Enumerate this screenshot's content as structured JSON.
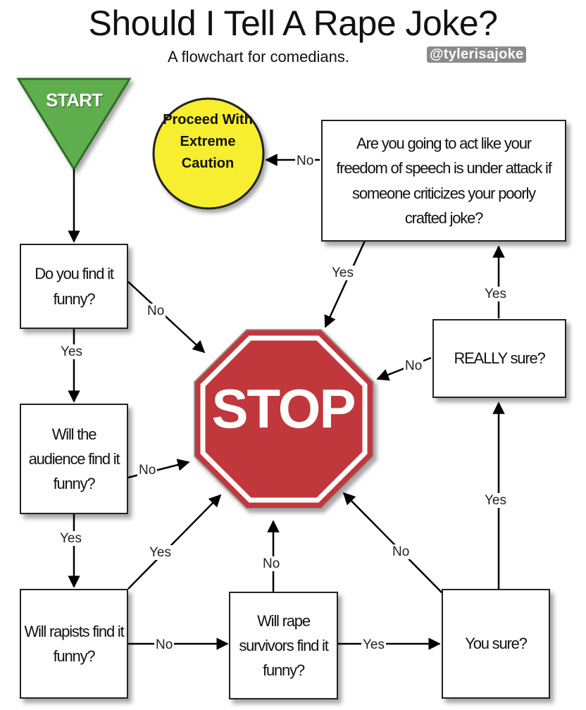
{
  "title": "Should I Tell A Rape Joke?",
  "subtitle": "A flowchart for comedians.",
  "handle": "@tylerisajoke",
  "colors": {
    "start_fill": "#5fae4e",
    "caution_fill": "#f6ee2e",
    "stop_fill": "#c0393a",
    "stop_border": "#ffffff"
  },
  "nodes": {
    "start": "START",
    "caution": "Proceed With Extreme Caution",
    "stop": "STOP",
    "q_funny": "Do you find it funny?",
    "q_audience": "Will the audience find it funny?",
    "q_rapists": "Will rapists find it funny?",
    "q_survivors": "Will rape survivors find it funny?",
    "q_sure": "You sure?",
    "q_really": "REALLY sure?",
    "q_speech": "Are you going to act like your freedom of speech is under attack if someone criticizes your poorly crafted joke?"
  },
  "edges": {
    "funny_no": "No",
    "funny_yes": "Yes",
    "audience_no": "No",
    "audience_yes": "Yes",
    "rapists_yes": "Yes",
    "rapists_no": "No",
    "survivors_no": "No",
    "survivors_yes": "Yes",
    "sure_no": "No",
    "sure_yes": "Yes",
    "really_no": "No",
    "really_yes": "Yes",
    "speech_yes": "Yes",
    "speech_no": "No"
  }
}
